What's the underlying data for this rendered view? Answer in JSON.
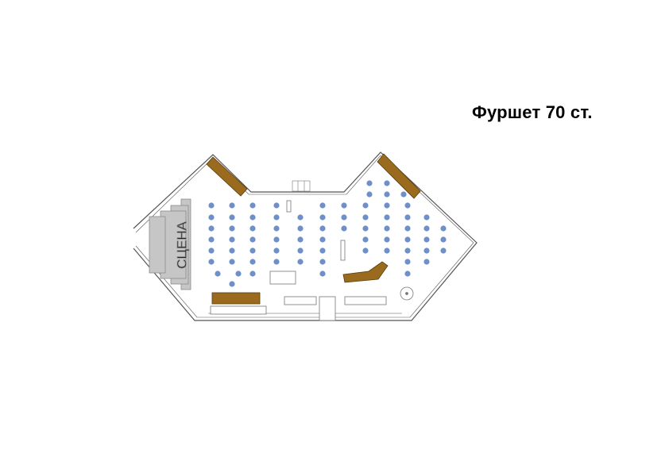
{
  "title": "Фуршет 70 ст.",
  "stage": {
    "label": "СЦЕНА"
  },
  "colors": {
    "guest_marker": "#6f8fc8",
    "bar_counter": "#9a6a1e",
    "bar_counter_outline": "#5a3c0c",
    "stage_fill": "#c6c6c6",
    "stage_outline": "#8a8a8a",
    "wall": "#555555",
    "furniture": "#777777"
  },
  "icons": [
    "stage",
    "bar-counter",
    "guest-position",
    "column"
  ]
}
